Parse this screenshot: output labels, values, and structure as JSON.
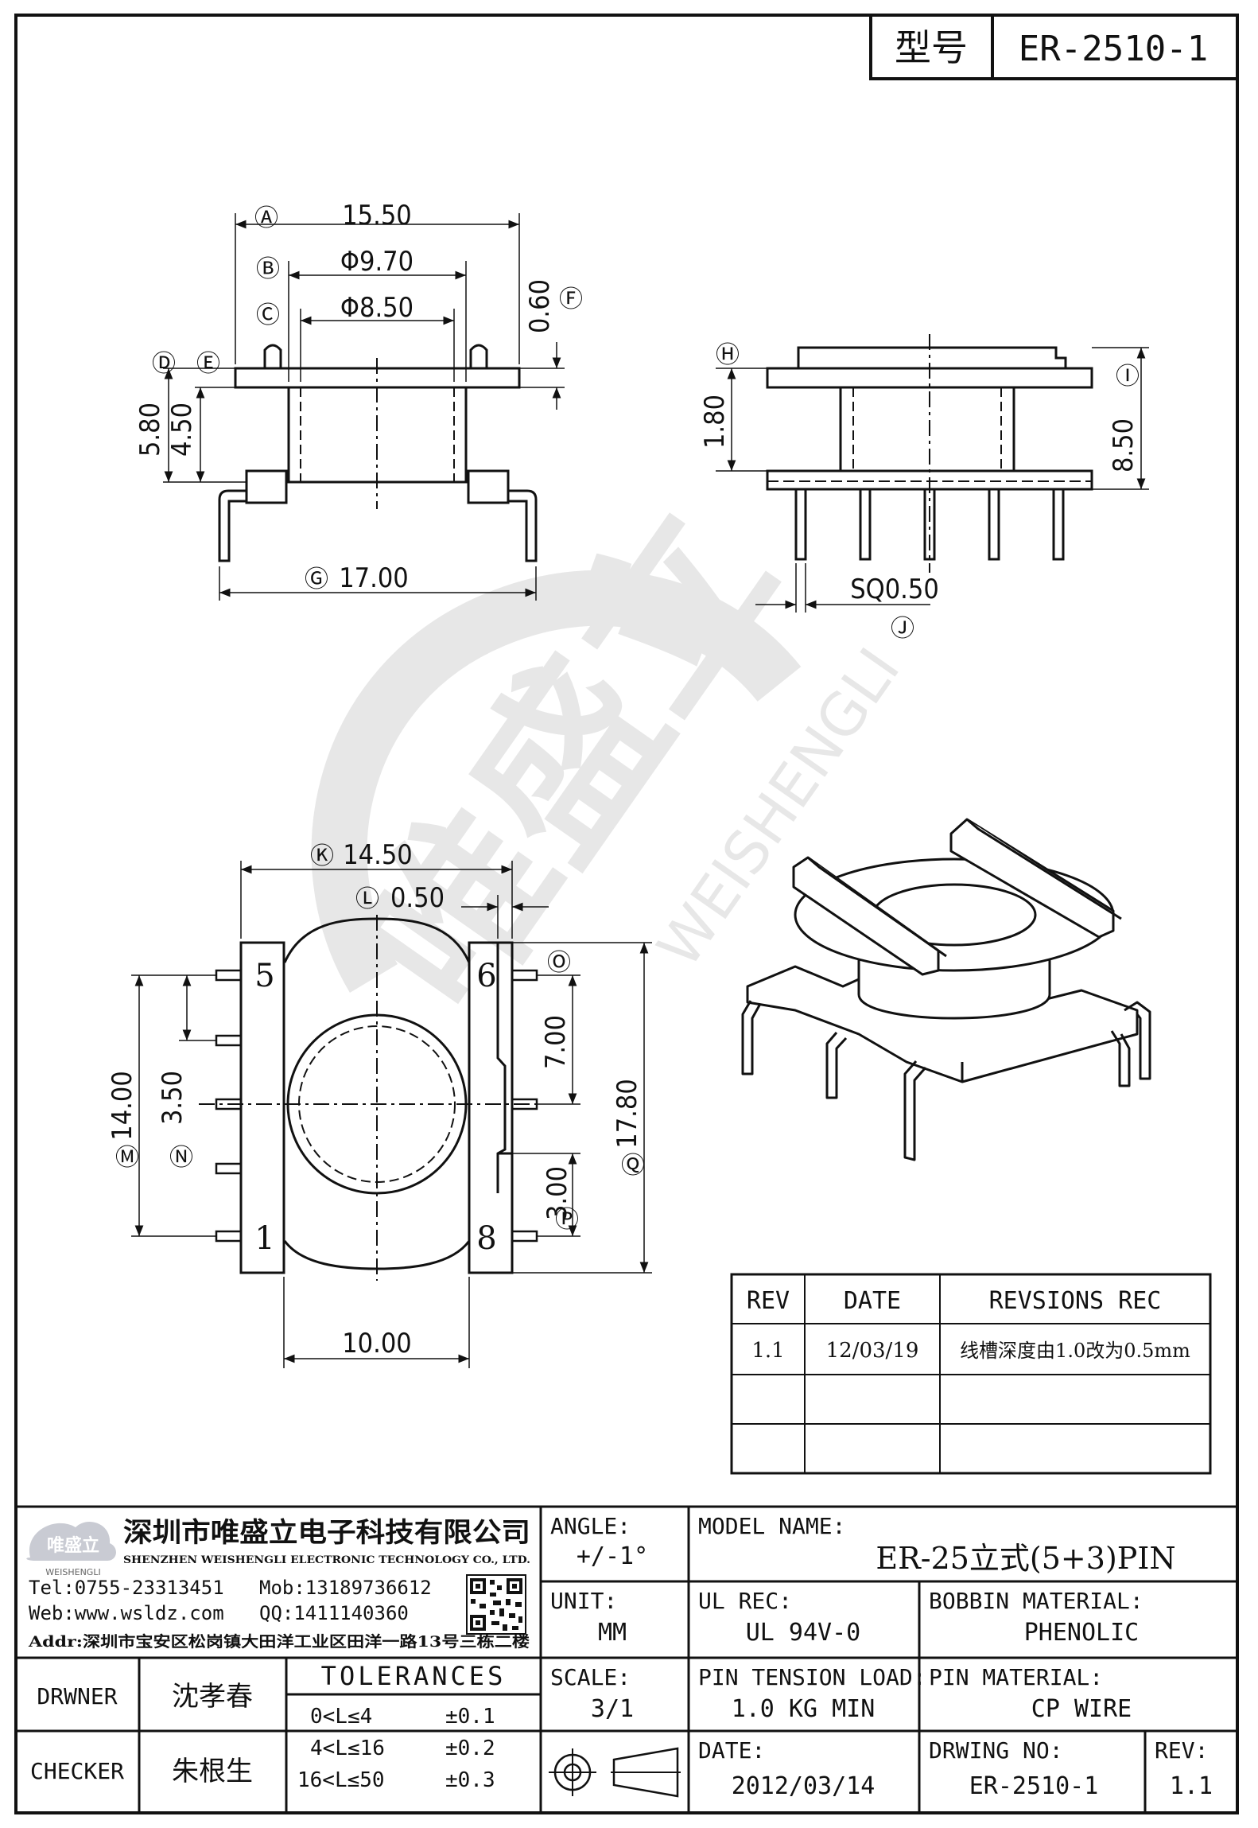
{
  "header": {
    "model_label": "型号",
    "model_value": "ER-2510-1"
  },
  "views": {
    "front": {
      "A": "Ⓐ",
      "dim_A": "15.50",
      "B": "Ⓑ",
      "dim_B": "Φ9.70",
      "C": "Ⓒ",
      "dim_C": "Φ8.50",
      "D": "Ⓓ",
      "E": "Ⓔ",
      "F": "Ⓕ",
      "dim_F": "0.60",
      "dim_D": "5.80",
      "dim_E": "4.50",
      "G": "Ⓖ",
      "dim_G": "17.00"
    },
    "side": {
      "H": "Ⓗ",
      "dim_H": "1.80",
      "I": "Ⓘ",
      "dim_I": "8.50",
      "J": "Ⓙ",
      "dim_J": "SQ0.50"
    },
    "bottom": {
      "K": "Ⓚ",
      "dim_K": "14.50",
      "L": "Ⓛ",
      "dim_L": "0.50",
      "M": "Ⓜ",
      "dim_M": "14.00",
      "N": "Ⓝ",
      "dim_N": "3.50",
      "O": "Ⓞ",
      "dim_O": "7.00",
      "P": "Ⓟ",
      "dim_P": "3.00",
      "Q": "Ⓠ",
      "dim_Q": "17.80",
      "dim_bottom": "10.00",
      "pin5": "5",
      "pin6": "6",
      "pin1": "1",
      "pin8": "8"
    }
  },
  "watermark": {
    "cn": "唯盛立",
    "en": "WEISHENGLI"
  },
  "revisions": {
    "headers": [
      "REV",
      "DATE",
      "REVSIONS REC"
    ],
    "rows": [
      {
        "rev": "1.1",
        "date": "12/03/19",
        "rec": "线槽深度由1.0改为0.5mm"
      },
      {
        "rev": "",
        "date": "",
        "rec": ""
      },
      {
        "rev": "",
        "date": "",
        "rec": ""
      }
    ]
  },
  "company": {
    "logo_cn": "唯盛立",
    "logo_en": "WEISHENGLI",
    "name_cn": "深圳市唯盛立电子科技有限公司",
    "name_en": "SHENZHEN WEISHENGLI ELECTRONIC TECHNOLOGY CO., LTD.",
    "tel": "Tel:0755-23313451",
    "mob": "Mob:13189736612",
    "web": "Web:www.wsldz.com",
    "qq": "QQ:1411140360",
    "addr": "Addr:深圳市宝安区松岗镇大田洋工业区田洋一路13号三栋二楼"
  },
  "title_block": {
    "angle_label": "ANGLE:",
    "angle_value": "+/-1°",
    "model_name_label": "MODEL NAME:",
    "model_name_value": "ER-25立式(5+3)PIN",
    "unit_label": "UNIT:",
    "unit_value": "MM",
    "ul_label": "UL REC:",
    "ul_value": "UL 94V-0",
    "bobbin_label": "BOBBIN MATERIAL:",
    "bobbin_value": "PHENOLIC",
    "scale_label": "SCALE:",
    "scale_value": "3/1",
    "tension_label": "PIN TENSION LOAD:",
    "tension_value": "1.0 KG MIN",
    "pin_mat_label": "PIN MATERIAL:",
    "pin_mat_value": "CP WIRE",
    "date_label": "DATE:",
    "date_value": "2012/03/14",
    "dwg_label": "DRWING NO:",
    "dwg_value": "ER-2510-1",
    "rev_label": "REV:",
    "rev_value": "1.1",
    "drawer_label": "DRWNER",
    "drawer_value": "沈孝春",
    "checker_label": "CHECKER",
    "checker_value": "朱根生",
    "tolerances_label": "TOLERANCES",
    "tol1": "0<L≤4",
    "tol1v": "±0.1",
    "tol2": "4<L≤16",
    "tol2v": "±0.2",
    "tol3": "16<L≤50",
    "tol3v": "±0.3"
  }
}
